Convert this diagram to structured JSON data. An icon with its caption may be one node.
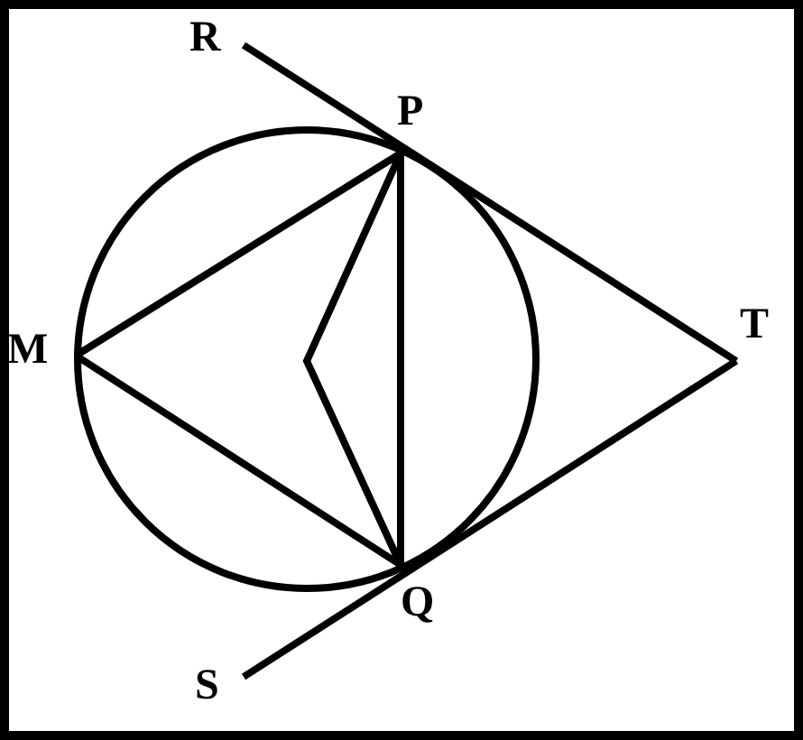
{
  "diagram": {
    "labels": [
      "R",
      "P",
      "M",
      "T",
      "Q",
      "S"
    ]
  }
}
